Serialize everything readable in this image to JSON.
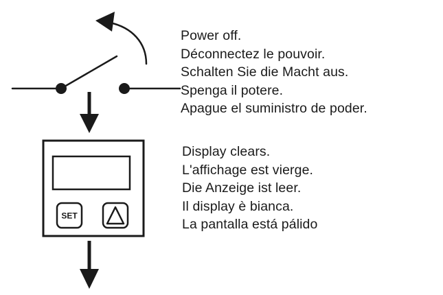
{
  "power_off": {
    "lines": [
      "Power off.",
      "Déconnectez le pouvoir.",
      "Schalten Sie die Macht aus.",
      "Spenga il potere.",
      "Apague el suministro de poder."
    ]
  },
  "display_clears": {
    "lines": [
      "Display clears.",
      "L'affichage est vierge.",
      "Die Anzeige ist leer.",
      "Il display è bianca.",
      "La pantalla está pálido"
    ]
  },
  "device": {
    "set_button_label": "SET",
    "up_button_icon": "up-triangle-icon"
  },
  "icons": {
    "switch": "open-switch-icon",
    "rotation_arrow": "curved-arrow-icon",
    "flow_arrow": "down-arrow-icon"
  },
  "colors": {
    "ink": "#1a1a1a",
    "background": "#ffffff"
  }
}
